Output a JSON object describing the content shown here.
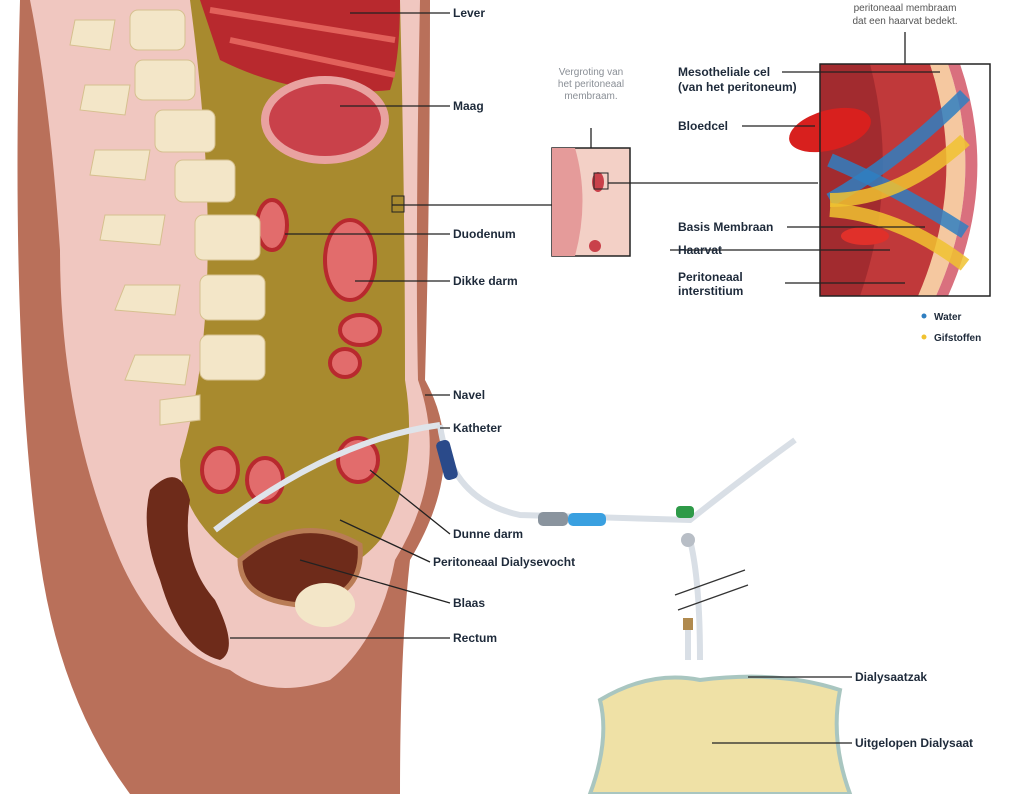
{
  "labels": {
    "lever": "Lever",
    "maag": "Maag",
    "duodenum": "Duodenum",
    "dikke_darm": "Dikke darm",
    "navel": "Navel",
    "katheter": "Katheter",
    "dunne_darm": "Dunne darm",
    "dialysevocht": "Peritoneaal Dialysevocht",
    "blaas": "Blaas",
    "rectum": "Rectum",
    "dialysaatzak": "Dialysaatzak",
    "uitgelopen": "Uitgelopen Dialysaat"
  },
  "inset": {
    "top_caption_1": "peritoneaal membraam",
    "top_caption_2": "dat een haarvat bedekt.",
    "zoom_caption_1": "Vergroting van",
    "zoom_caption_2": "het peritoneaal",
    "zoom_caption_3": "membraam.",
    "mesothelial_1": "Mesotheliale cel",
    "mesothelial_2": "(van het peritoneum)",
    "bloedcel": "Bloedcel",
    "basis_membraan": "Basis Membraan",
    "haarvat": "Haarvat",
    "interstitium_1": "Peritoneaal",
    "interstitium_2": "interstitium"
  },
  "legend": [
    {
      "label": "Water",
      "color": "#2f7fc1"
    },
    {
      "label": "Gifstoffen",
      "color": "#f0c230"
    }
  ]
}
